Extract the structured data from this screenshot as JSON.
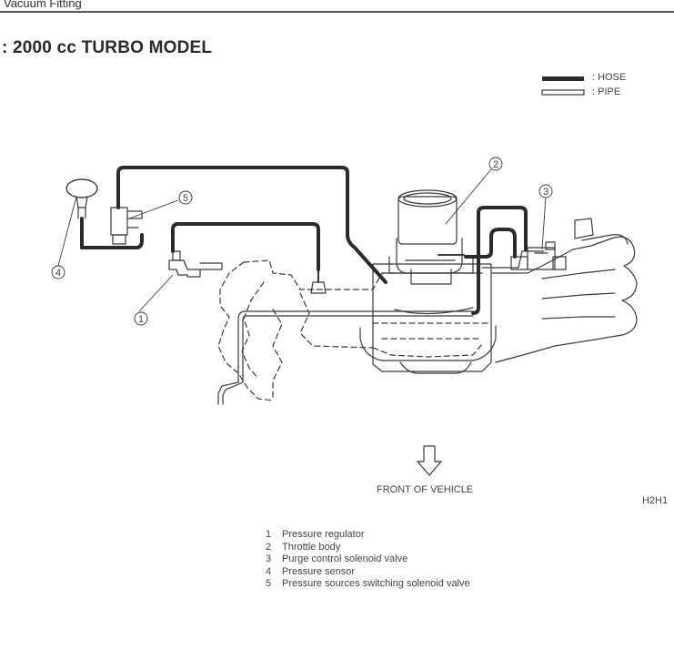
{
  "header": {
    "section_title": "Vacuum Fitting"
  },
  "diagram": {
    "title": ": 2000 cc TURBO MODEL",
    "legend": {
      "hose_label": ": HOSE",
      "pipe_label": ": PIPE"
    },
    "direction_label": "FRONT OF VEHICLE",
    "figure_id": "H2H1",
    "callouts": [
      "1",
      "2",
      "3",
      "4",
      "5"
    ],
    "parts": [
      {
        "num": "1",
        "name": "Pressure regulator"
      },
      {
        "num": "2",
        "name": "Throttle body"
      },
      {
        "num": "3",
        "name": "Purge control solenoid valve"
      },
      {
        "num": "4",
        "name": "Pressure sensor"
      },
      {
        "num": "5",
        "name": "Pressure sources switching solenoid valve"
      }
    ]
  },
  "colors": {
    "hose": "#2b2b2b",
    "line": "#3a3a3a",
    "background": "#ffffff"
  }
}
